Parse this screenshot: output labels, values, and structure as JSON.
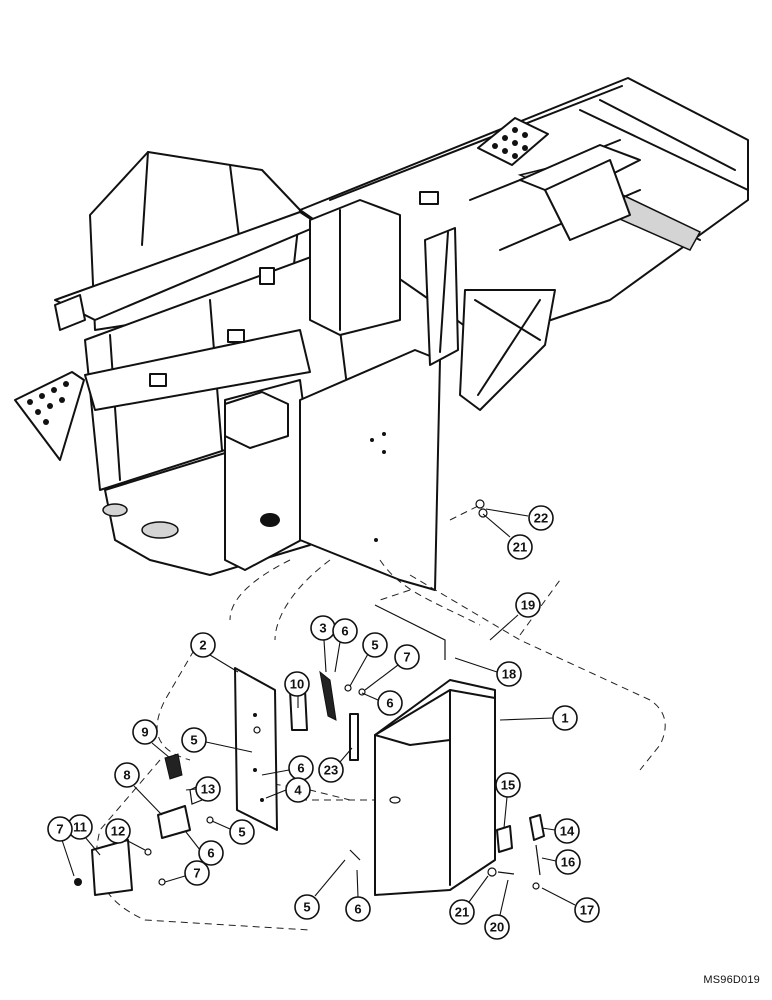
{
  "figure": {
    "code": "MS96D019",
    "callouts": [
      {
        "id": "22",
        "label": "22"
      },
      {
        "id": "21a",
        "label": "21"
      },
      {
        "id": "19",
        "label": "19"
      },
      {
        "id": "18",
        "label": "18"
      },
      {
        "id": "2",
        "label": "2"
      },
      {
        "id": "3",
        "label": "3"
      },
      {
        "id": "6a",
        "label": "6"
      },
      {
        "id": "5a",
        "label": "5"
      },
      {
        "id": "7a",
        "label": "7"
      },
      {
        "id": "6b",
        "label": "6"
      },
      {
        "id": "10",
        "label": "10"
      },
      {
        "id": "1",
        "label": "1"
      },
      {
        "id": "9",
        "label": "9"
      },
      {
        "id": "5b",
        "label": "5"
      },
      {
        "id": "23",
        "label": "23"
      },
      {
        "id": "6c",
        "label": "6"
      },
      {
        "id": "4",
        "label": "4"
      },
      {
        "id": "8",
        "label": "8"
      },
      {
        "id": "13",
        "label": "13"
      },
      {
        "id": "11",
        "label": "11"
      },
      {
        "id": "12",
        "label": "12"
      },
      {
        "id": "5c",
        "label": "5"
      },
      {
        "id": "6d",
        "label": "6"
      },
      {
        "id": "7b",
        "label": "7"
      },
      {
        "id": "7c",
        "label": "7"
      },
      {
        "id": "15",
        "label": "15"
      },
      {
        "id": "14",
        "label": "14"
      },
      {
        "id": "16",
        "label": "16"
      },
      {
        "id": "5d",
        "label": "5"
      },
      {
        "id": "6e",
        "label": "6"
      },
      {
        "id": "21b",
        "label": "21"
      },
      {
        "id": "20",
        "label": "20"
      },
      {
        "id": "17",
        "label": "17"
      }
    ]
  }
}
